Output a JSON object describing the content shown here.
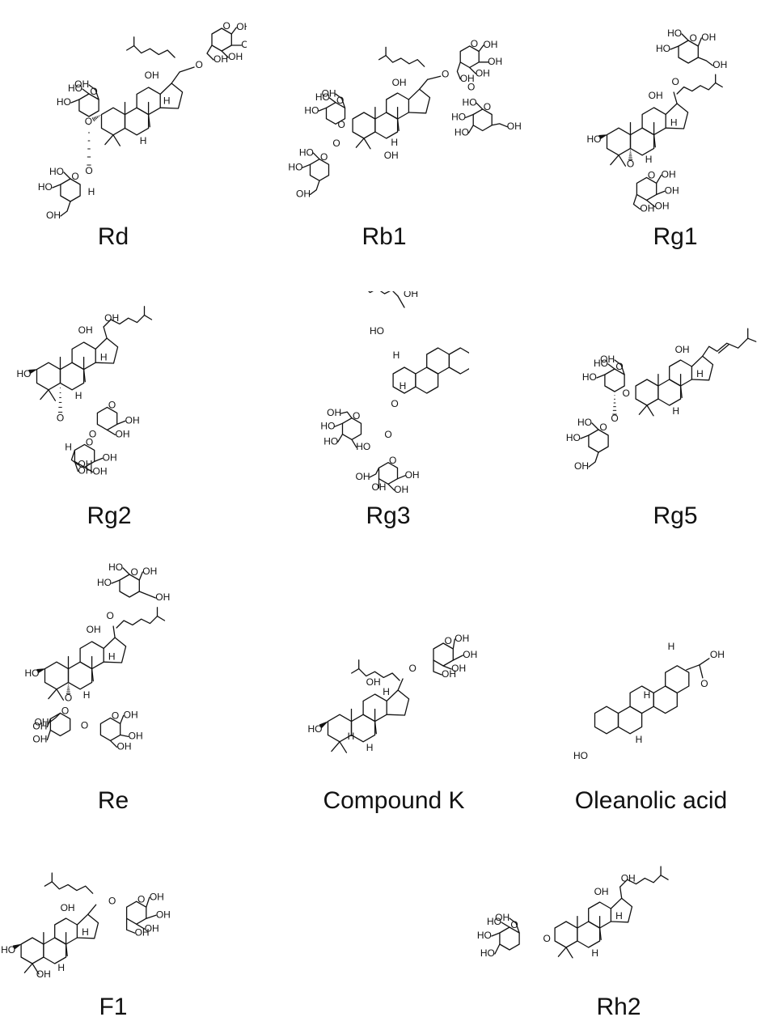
{
  "compounds": [
    {
      "name": "Rd"
    },
    {
      "name": "Rb1"
    },
    {
      "name": "Rg1"
    },
    {
      "name": "Rg2"
    },
    {
      "name": "Rg3"
    },
    {
      "name": "Rg5"
    },
    {
      "name": "Re"
    },
    {
      "name": "Compound K"
    },
    {
      "name": "Oleanolic acid"
    },
    {
      "name": "F1"
    },
    {
      "name": "Rh2"
    }
  ],
  "atom_labels": {
    "hydroxyl": "OH",
    "hydroxyl_left": "HO",
    "oxygen": "O",
    "hydrogen": "H",
    "acid": "OH"
  },
  "colors": {
    "ink": "#111111",
    "background": "#ffffff"
  }
}
